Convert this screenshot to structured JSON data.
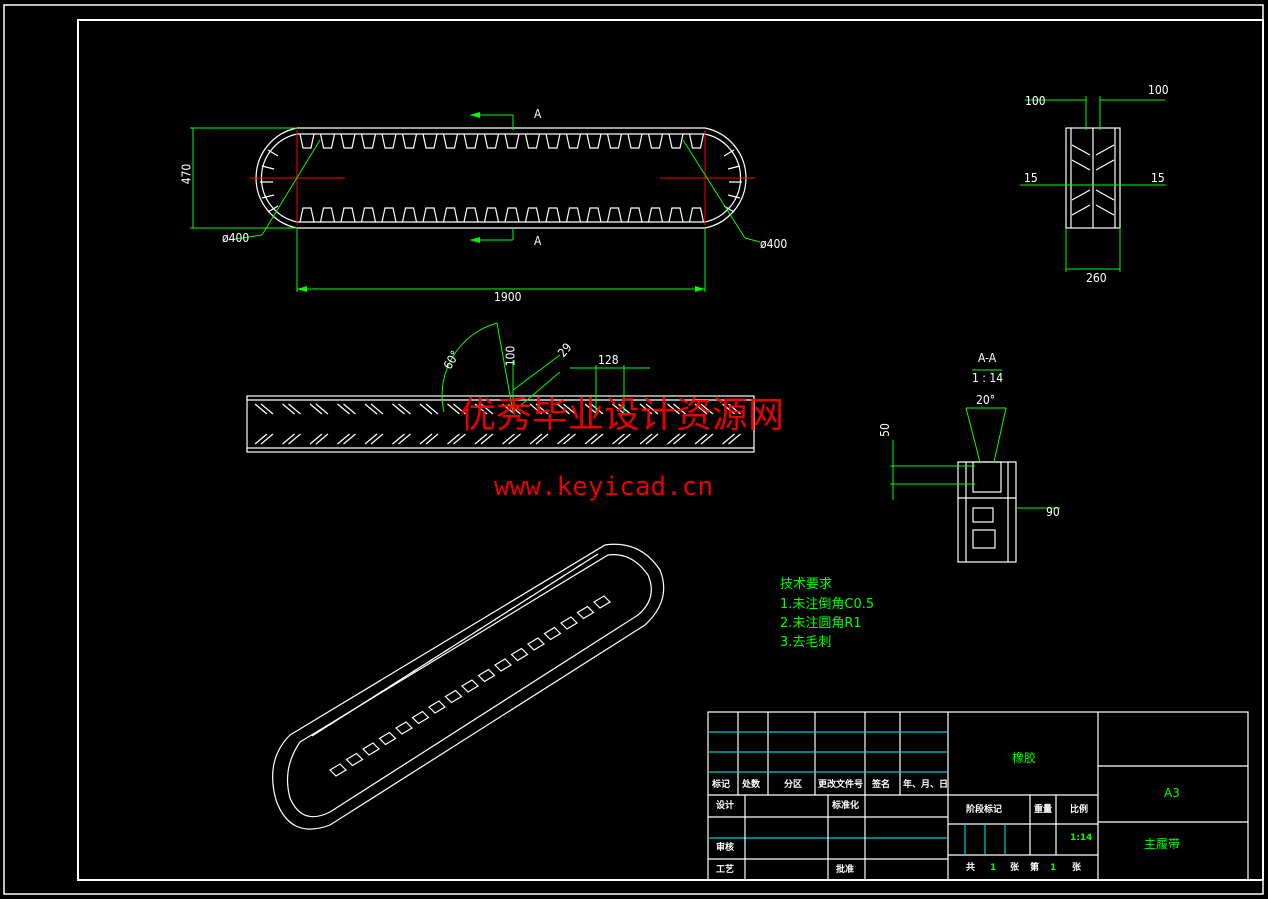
{
  "dims": {
    "top_view": {
      "height": "470",
      "dia_left": "ø400",
      "dia_right": "ø400",
      "length": "1900",
      "section_mark_top": "A",
      "section_mark_bottom": "A"
    },
    "side_view": {
      "w_left": "100",
      "w_right": "100",
      "h_left": "15",
      "h_right": "15",
      "width": "260"
    },
    "tread_view": {
      "angle": "60°",
      "height": "100",
      "pitch_a": "29",
      "pitch_b": "128"
    },
    "section": {
      "title": "A-A",
      "scale": "1 : 14",
      "angle": "20°",
      "height": "50",
      "width": "90"
    }
  },
  "notes": {
    "title": "技术要求",
    "items": [
      "1.未注倒角C0.5",
      "2.未注圆角R1",
      "3.去毛刺"
    ]
  },
  "watermark": {
    "cn": "优秀毕业设计资源网",
    "url": "www.keyicad.cn"
  },
  "title_block": {
    "material": "橡胶",
    "sheet_size": "A3",
    "part_name": "主履带",
    "revision_headers": [
      "标记",
      "处数",
      "分区",
      "更改文件号",
      "签名",
      "年、月、日"
    ],
    "design": "设计",
    "standardization": "标准化",
    "review": "审核",
    "process": "工艺",
    "approve": "批准",
    "stage_mark": "阶段标记",
    "weight": "重量",
    "scale_label": "比例",
    "scale_value": "1:14",
    "sheet_count": {
      "total_label": "共",
      "total": "1",
      "sheet_label": "张",
      "num_label": "第",
      "num": "1",
      "sheet_label2": "张"
    }
  }
}
